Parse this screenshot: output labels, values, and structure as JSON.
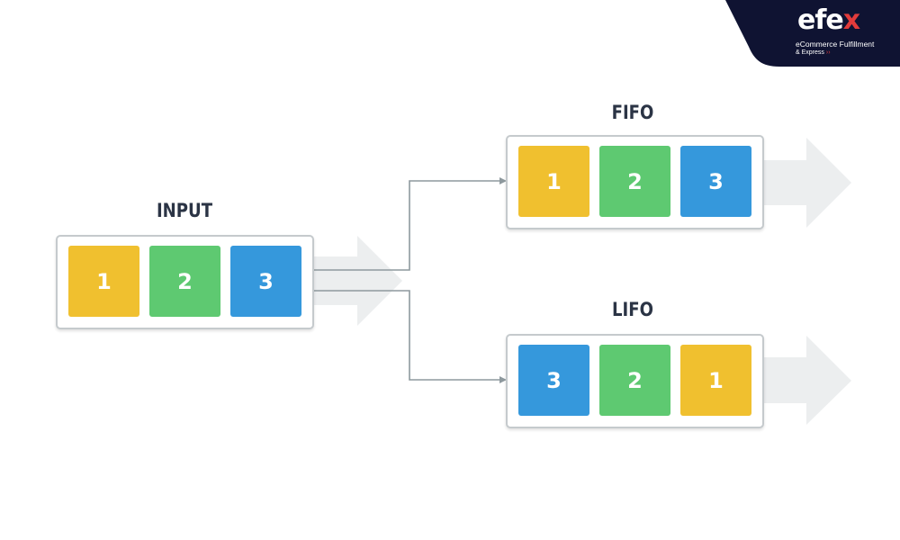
{
  "logo": {
    "brand_prefix": "efe",
    "brand_x": "x",
    "tagline": "eCommerce Fulfillment",
    "tagline2_prefix": "& Express",
    "tagline2_mark": "››"
  },
  "input": {
    "label": "INPUT",
    "tiles": [
      {
        "text": "1",
        "color": "#f0c02f"
      },
      {
        "text": "2",
        "color": "#5ec971"
      },
      {
        "text": "3",
        "color": "#3598dc"
      }
    ]
  },
  "fifo": {
    "label": "FIFO",
    "tiles": [
      {
        "text": "1",
        "color": "#f0c02f"
      },
      {
        "text": "2",
        "color": "#5ec971"
      },
      {
        "text": "3",
        "color": "#3598dc"
      }
    ]
  },
  "lifo": {
    "label": "LIFO",
    "tiles": [
      {
        "text": "3",
        "color": "#3598dc"
      },
      {
        "text": "2",
        "color": "#5ec971"
      },
      {
        "text": "1",
        "color": "#f0c02f"
      }
    ]
  },
  "colors": {
    "logo_bg": "#0f1332",
    "label_text": "#2b3445",
    "arrow_fill": "#eceeef",
    "connector": "#8e999e",
    "panel_border": "#c5cacd"
  }
}
